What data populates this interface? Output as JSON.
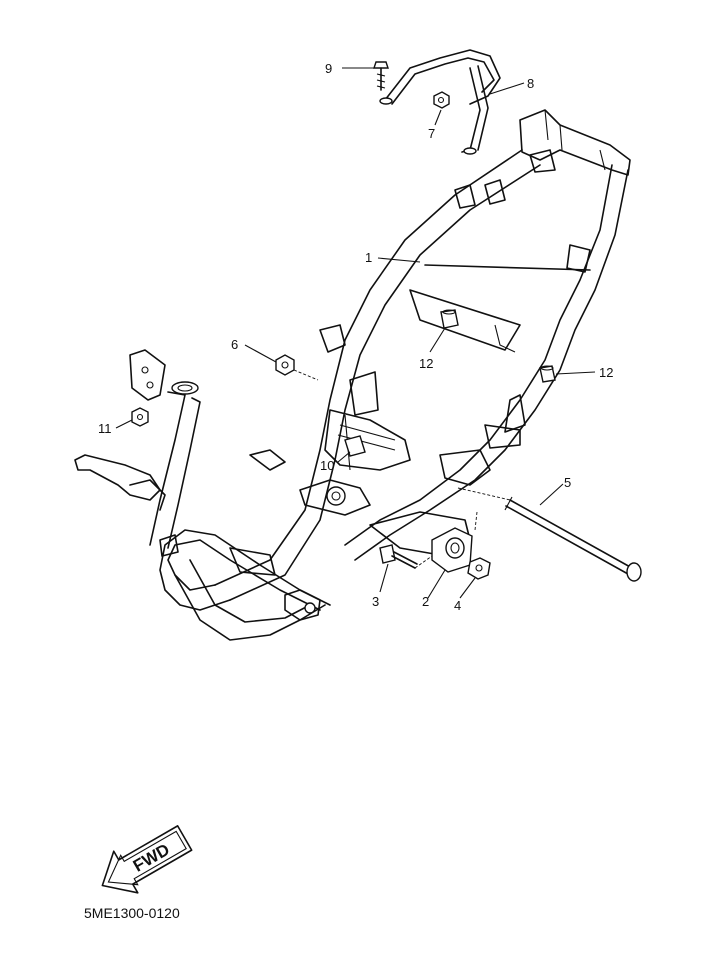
{
  "diagram": {
    "drawing_code": "5ME1300-0120",
    "direction_arrow": "FWD",
    "callouts": {
      "frame": "1",
      "bushing": "2",
      "bolt": "3",
      "nut": "4",
      "engine_bolt": "5",
      "nut_left": "6",
      "nut_top": "7",
      "bracket": "8",
      "screw_top": "9",
      "damper_mount": "10",
      "nut_head": "11",
      "grommet_center": "12",
      "grommet_right": "12"
    }
  }
}
